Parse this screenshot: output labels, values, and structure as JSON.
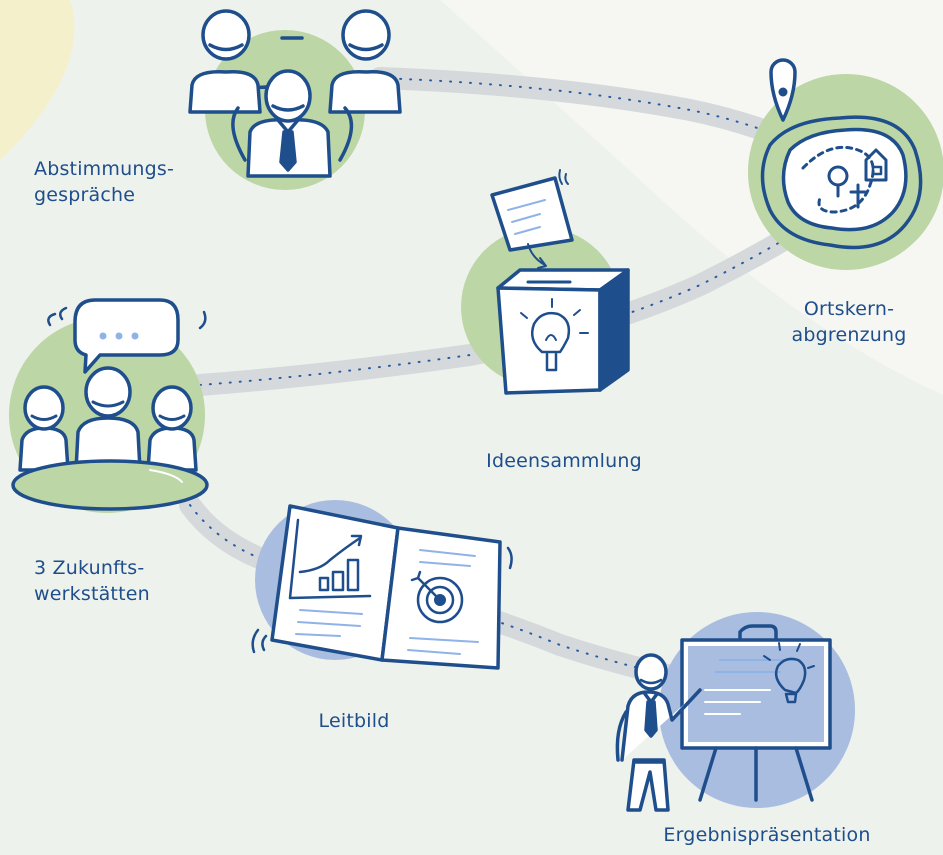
{
  "palette": {
    "ink": "#1f4e8c",
    "green_circle": "#bcd6a6",
    "blue_circle": "#a9bde0",
    "path": "#d5d9dc",
    "background": "#eef2ec",
    "highlight": "#f4f0c8"
  },
  "stages": [
    {
      "id": "abstimmung",
      "lines": [
        "Abstimmungs-",
        "gespräche"
      ],
      "icon": "people-meeting-icon",
      "circle": "green"
    },
    {
      "id": "ortskern",
      "lines": [
        "Ortskern-",
        "abgrenzung"
      ],
      "icon": "map-pin-icon",
      "circle": "green"
    },
    {
      "id": "ideen",
      "lines": [
        "Ideensammlung"
      ],
      "icon": "idea-box-icon",
      "circle": "green"
    },
    {
      "id": "zukunft",
      "lines": [
        "3 Zukunfts-",
        "werkstätten"
      ],
      "icon": "workshop-group-icon",
      "circle": "green"
    },
    {
      "id": "leitbild",
      "lines": [
        "Leitbild"
      ],
      "icon": "open-book-icon",
      "circle": "blue"
    },
    {
      "id": "ergebnis",
      "lines": [
        "Ergebnispräsentation"
      ],
      "icon": "presenter-board-icon",
      "circle": "blue"
    }
  ]
}
